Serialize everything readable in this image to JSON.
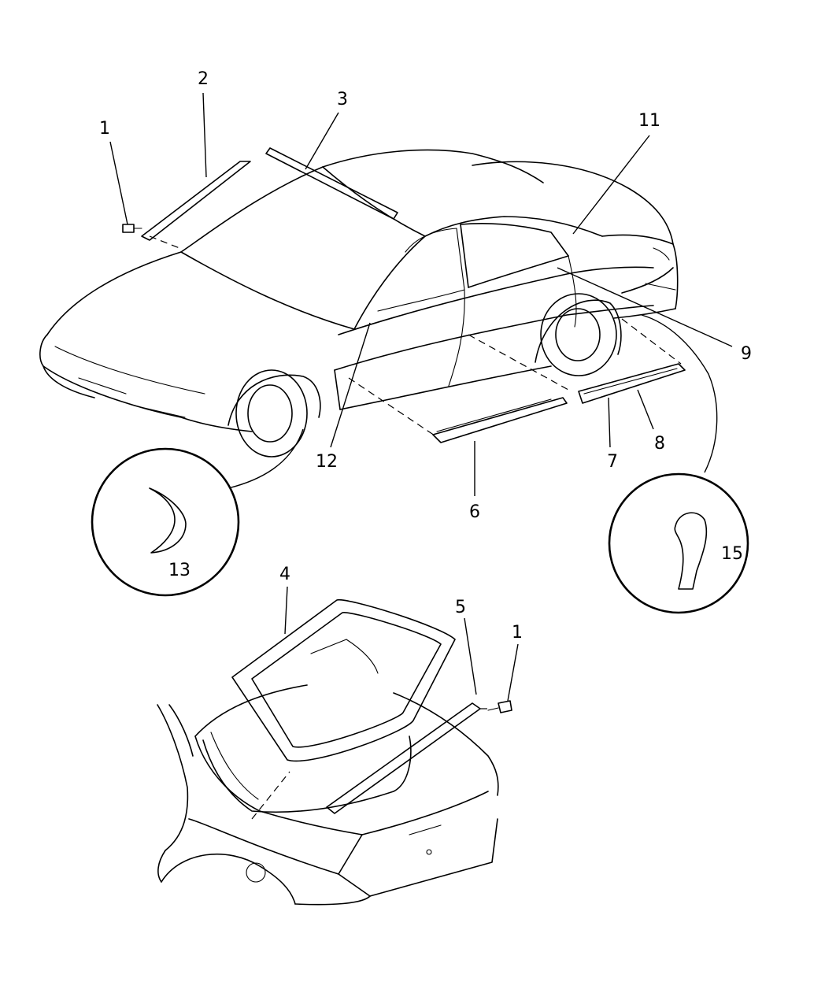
{
  "callouts": {
    "c1": "1",
    "c2": "2",
    "c3": "3",
    "c4": "4",
    "c5": "5",
    "c6": "6",
    "c7": "7",
    "c8": "8",
    "c9": "9",
    "c11": "11",
    "c12": "12",
    "c13": "13",
    "c15": "15",
    "c1b": "1"
  },
  "colors": {
    "line": "#000000",
    "background": "#ffffff"
  }
}
